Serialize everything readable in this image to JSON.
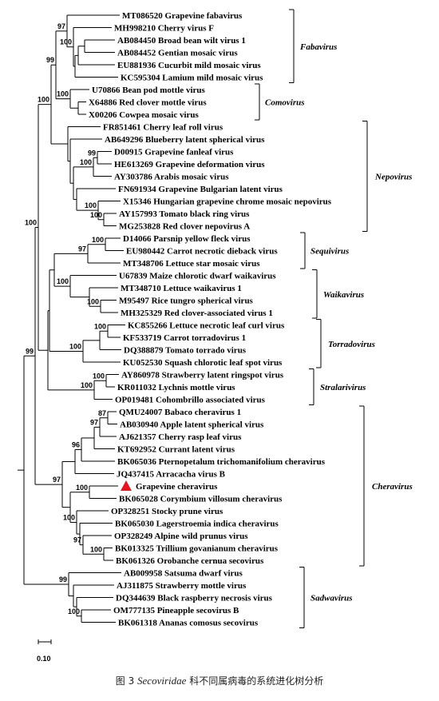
{
  "figure": {
    "leaves": [
      "MT086520 Grapevine fabavirus",
      "MH998210 Cherry virus F",
      "AB084450 Broad bean wilt virus 1",
      "AB084452 Gentian mosaic virus",
      "EU881936 Cucurbit mild mosaic virus",
      "KC595304 Lamium mild mosaic virus",
      "U70866 Bean pod mottle virus",
      "X64886 Red clover mottle virus",
      "X00206 Cowpea mosaic virus",
      "FR851461 Cherry leaf roll virus",
      "AB649296 Blueberry latent spherical virus",
      "D00915 Grapevine fanleaf virus",
      "HE613269 Grapevine deformation virus",
      "AY303786 Arabis mosaic virus",
      "FN691934 Grapevine Bulgarian latent virus",
      "X15346 Hungarian grapevine chrome mosaic nepovirus",
      "AY157993 Tomato black ring virus",
      "MG253828 Red clover nepovirus A",
      "D14066 Parsnip yellow fleck virus",
      "EU980442 Carrot necrotic dieback virus",
      "MT348706 Lettuce star mosaic virus",
      "U67839 Maize chlorotic dwarf waikavirus",
      "MT348710 Lettuce waikavirus 1",
      "M95497 Rice tungro spherical virus",
      "MH325329 Red clover-associated virus 1",
      "KC855266 Lettuce necrotic leaf curl virus",
      "KF533719 Carrot torradovirus 1",
      "DQ388879 Tomato torrado virus",
      "KU052530 Squash chlorotic leaf spot virus",
      "AY860978 Strawberry latent ringspot virus",
      "KR011032 Lychnis mottle virus",
      "OP019481 Cohombrillo associated virus",
      "QMU24007 Babaco cheravirus 1",
      "AB030940 Apple latent spherical virus",
      "AJ621357 Cherry rasp leaf virus",
      "KT692952 Currant latent virus",
      "BK065036 Pternopetalum trichomanifolium cheravirus",
      "JQ437415 Arracacha virus B",
      "Grapevine cheravirus",
      "BK065028 Corymbium villosum cheravirus",
      "OP328251 Stocky prune virus",
      "BK065030 Lagerstroemia indica cheravirus",
      "OP328249 Alpine wild prunus virus",
      "BK013325 Trillium govanianum cheravirus",
      "BK061326 Orobanche cernua secovirus",
      "AB009958 Satsuma dwarf virus",
      "AJ311875 Strawberry mottle virus",
      "DQ344639 Black raspberry necrosis virus",
      "OM777135 Pineapple secovirus B",
      "BK061318 Ananas comosus secovirus"
    ],
    "groups": [
      "Fabavirus",
      "Comovirus",
      "Nepovirus",
      "Sequivirus",
      "Waikavirus",
      "Torradovirus",
      "Stralarivirus",
      "Cheravirus",
      "Sadwavirus"
    ],
    "bootstraps": [
      "97",
      "99",
      "100",
      "100",
      "100",
      "100",
      "99",
      "100",
      "100",
      "100",
      "97",
      "100",
      "100",
      "100",
      "100",
      "100",
      "100",
      "100",
      "97",
      "87",
      "96",
      "97",
      "100",
      "100",
      "97",
      "100",
      "99",
      "100",
      "100",
      "99"
    ],
    "scale_label": "0.10",
    "highlight_color": "#e8141c"
  },
  "caption": {
    "prefix": "图 3 ",
    "family": "Secoviridae",
    "suffix": " 科不同属病毒的系统进化树分析"
  }
}
